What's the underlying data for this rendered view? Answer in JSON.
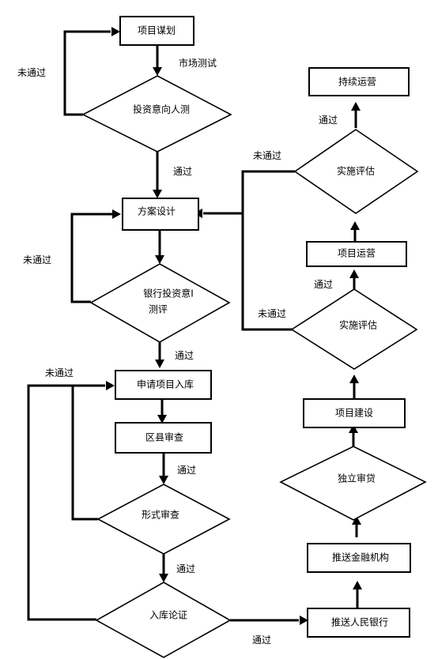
{
  "nodes": {
    "project_planning": "项目谋划",
    "market_test": "市场测试",
    "investment_intent_test": "投资意向人测",
    "scheme_design": "方案设计",
    "bank_eval_line1": "银行投资意I",
    "bank_eval_line2": "测评",
    "apply_project_db": "申请项目入库",
    "county_review": "区县审查",
    "formal_review": "形式审查",
    "db_argument": "入库论证",
    "push_pboc": "推送人民银行",
    "push_finance_inst": "推送金融机构",
    "independent_review": "独立审贷",
    "project_construction": "项目建设",
    "impl_eval_1": "实施评估",
    "project_operation": "项目运营",
    "impl_eval_2": "实施评估",
    "continuous_operation": "持续运营"
  },
  "labels": {
    "pass": "通过",
    "not_pass": "未通过"
  }
}
